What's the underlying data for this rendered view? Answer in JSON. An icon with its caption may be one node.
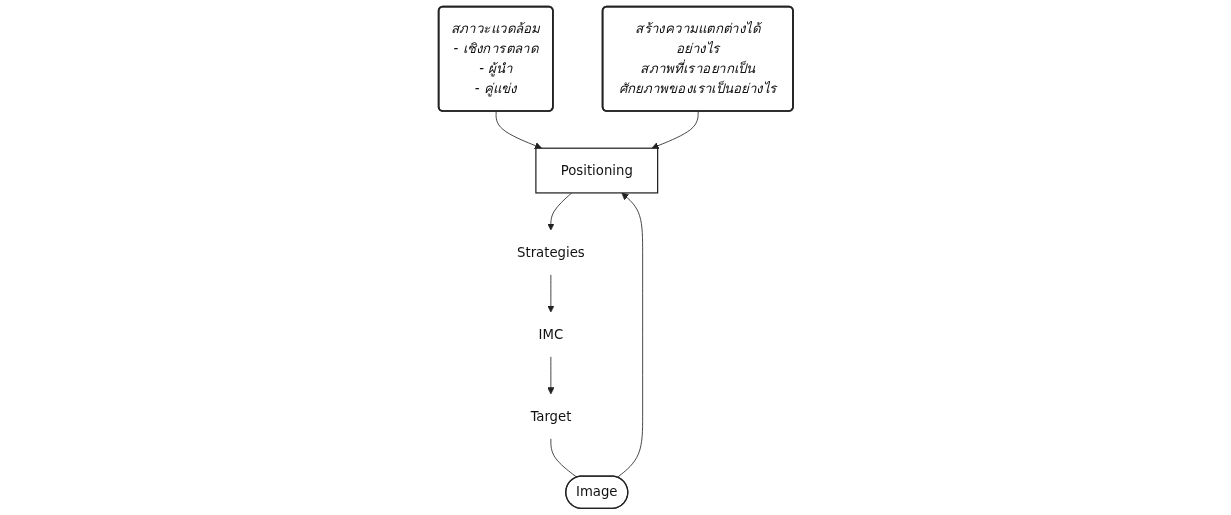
{
  "diagram": {
    "nodes": [
      {
        "text": [
          "สภาวะแวดล้อม",
          "- เชิงการตลาด",
          "- ผู้นำ",
          "- คู่แข่ง"
        ]
      },
      {
        "text": [
          "สร้างความแตกต่างได้อย่างไร",
          "สภาพที่เราอยากเป็น",
          "ศักยภาพของเราเป็นอย่างไร"
        ]
      },
      {
        "text": [
          "Positioning"
        ]
      },
      {
        "text": [
          "Strategies"
        ]
      },
      {
        "text": [
          "IMC"
        ]
      },
      {
        "text": [
          "Target"
        ]
      },
      {
        "text": [
          "Image"
        ]
      }
    ],
    "edges": [
      {
        "from": 0,
        "to": 2,
        "arrow": "to"
      },
      {
        "from": 1,
        "to": 2,
        "arrow": "to"
      },
      {
        "from": 2,
        "to": 3,
        "arrow": "to"
      },
      {
        "from": 3,
        "to": 4,
        "arrow": "to"
      },
      {
        "from": 4,
        "to": 5,
        "arrow": "to"
      },
      {
        "from": 5,
        "to": 6,
        "arrow": "none"
      },
      {
        "from": 6,
        "to": 2,
        "arrow": "to"
      }
    ]
  }
}
